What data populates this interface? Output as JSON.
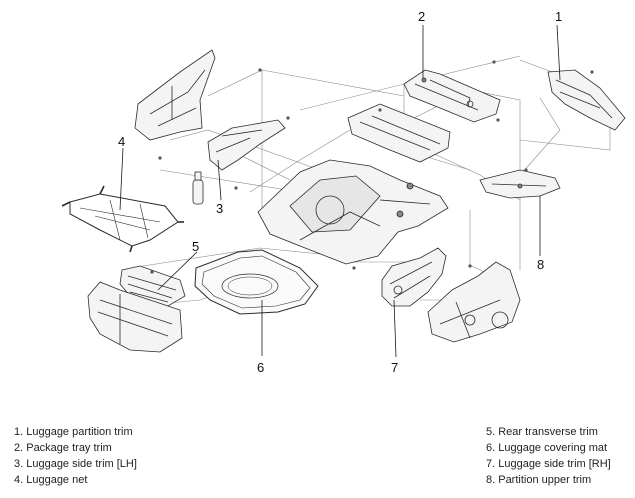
{
  "callouts": [
    {
      "num": "1"
    },
    {
      "num": "2"
    },
    {
      "num": "3"
    },
    {
      "num": "4"
    },
    {
      "num": "5"
    },
    {
      "num": "6"
    },
    {
      "num": "7"
    },
    {
      "num": "8"
    }
  ],
  "legend": {
    "left": [
      "1. Luggage partition trim",
      "2. Package tray trim",
      "3. Luggage side trim [LH]",
      "4. Luggage net"
    ],
    "right": [
      "5. Rear transverse trim",
      "6. Luggage covering mat",
      "7. Luggage side trim [RH]",
      "8. Partition upper trim"
    ]
  }
}
